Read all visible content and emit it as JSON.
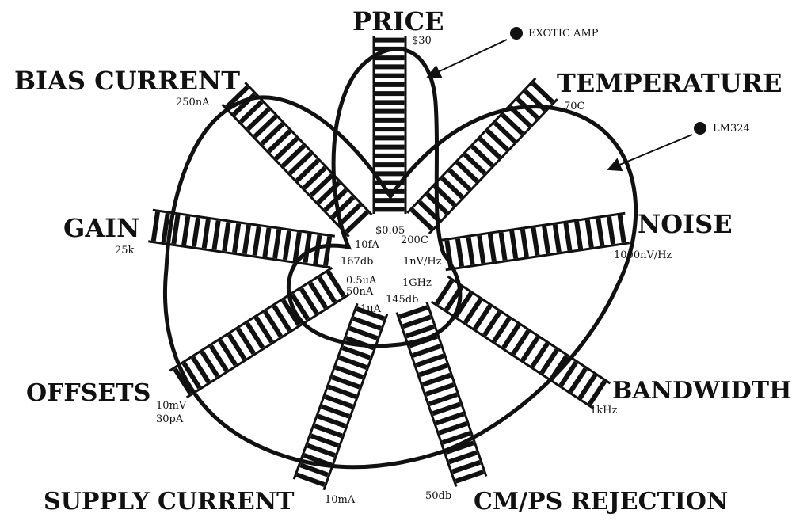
{
  "axes": [
    {
      "id": "price",
      "title": "PRICE",
      "outer_label": "$30",
      "inner_label": "$0.05"
    },
    {
      "id": "temperature",
      "title": "TEMPERATURE",
      "outer_label": "70C",
      "inner_label": "200C"
    },
    {
      "id": "noise",
      "title": "NOISE",
      "outer_label": "1000nV/Hz",
      "inner_label": "1nV/Hz"
    },
    {
      "id": "bandwidth",
      "title": "BANDWIDTH",
      "outer_label": "1kHz",
      "inner_label": "1GHz"
    },
    {
      "id": "cmps",
      "title": "CM/PS REJECTION",
      "outer_label": "50db",
      "inner_label": "145db"
    },
    {
      "id": "supply",
      "title": "SUPPLY CURRENT",
      "outer_label": "10mA",
      "inner_label": "1uA"
    },
    {
      "id": "offsets",
      "title": "OFFSETS",
      "outer_label": "10mV",
      "outer_label_2": "30pA",
      "inner_label": "0.5uA",
      "inner_label_2": "50nA"
    },
    {
      "id": "gain",
      "title": "GAIN",
      "outer_label": "25k",
      "inner_label": "167db"
    },
    {
      "id": "bias",
      "title": "BIAS CURRENT",
      "outer_label": "250nA",
      "inner_label": "10fA"
    }
  ],
  "legend": [
    {
      "id": "exotic",
      "label": "EXOTIC AMP"
    },
    {
      "id": "lm324",
      "label": "LM324"
    }
  ],
  "colors": {
    "ink": "#111111",
    "background": "#ffffff"
  }
}
